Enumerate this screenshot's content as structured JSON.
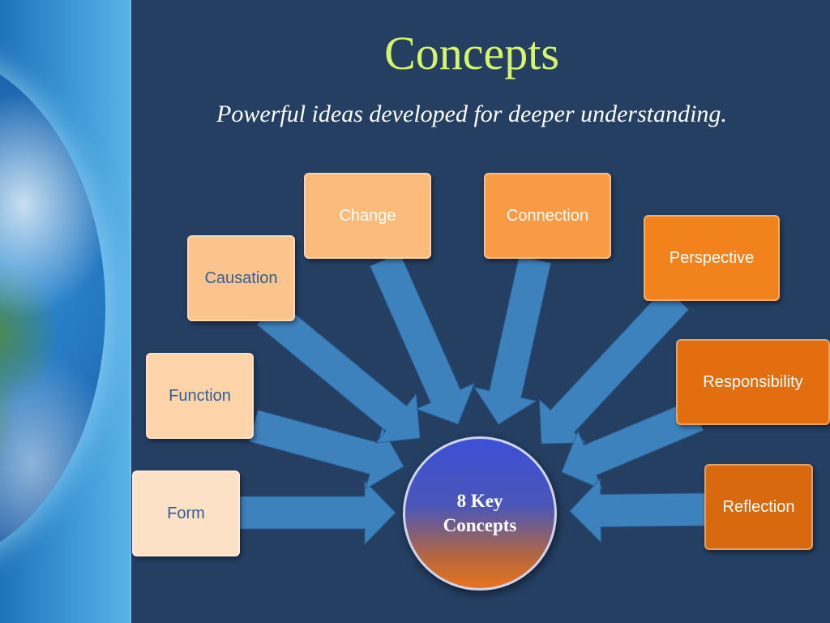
{
  "slide": {
    "title": "Concepts",
    "subtitle": "Powerful ideas developed for deeper understanding.",
    "hub_label": "8 Key Concepts"
  },
  "concepts": [
    {
      "label": "Form",
      "color": "#fde1c6"
    },
    {
      "label": "Function",
      "color": "#fdd3a9"
    },
    {
      "label": "Causation",
      "color": "#fcc48d"
    },
    {
      "label": "Change",
      "color": "#fcbb7a"
    },
    {
      "label": "Connection",
      "color": "#f99a45"
    },
    {
      "label": "Perspective",
      "color": "#f2821c"
    },
    {
      "label": "Responsibility",
      "color": "#e26e10"
    },
    {
      "label": "Reflection",
      "color": "#d9690f"
    }
  ],
  "colors": {
    "background": "#243f62",
    "title": "#d7f56b",
    "arrow": "#3f86c2"
  }
}
